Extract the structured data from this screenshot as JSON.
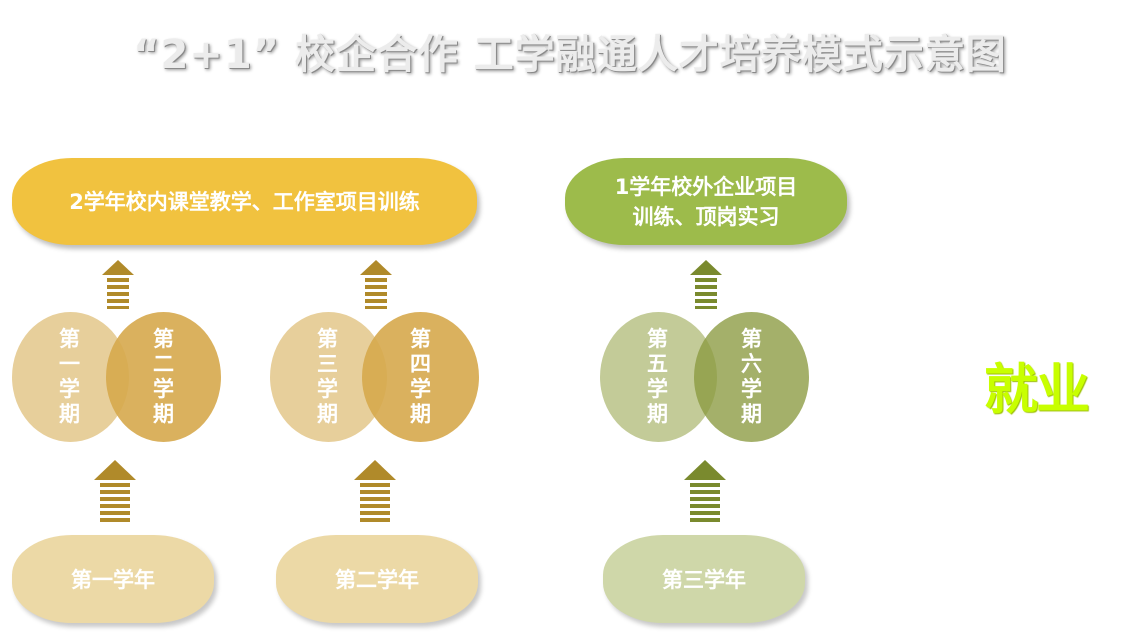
{
  "title": "“2+1” 校企合作 工学融通人才培养模式示意图",
  "blocks": {
    "campus_label": "2学年校内课堂教学、工作室项目训练",
    "enterprise_label": "1学年校外企业项目训练、顶岗实习"
  },
  "semesters": [
    "第一学期",
    "第二学期",
    "第三学期",
    "第四学期",
    "第五学期",
    "第六学期"
  ],
  "years": [
    "第一学年",
    "第二学年",
    "第三学年"
  ],
  "outcome": "就业",
  "colors": {
    "campus_pill": "#f1c23f",
    "enterprise_pill": "#9dbb4b",
    "campus_year": "#ecd9a6",
    "enterprise_year": "#cfd7a9",
    "campus_circle_light": "#e6cb93",
    "campus_circle_dark": "#d6a84c",
    "enterprise_circle_light": "#c3cb98",
    "enterprise_circle_dark": "#a2ad63",
    "campus_arrow": "#b08a2a",
    "enterprise_arrow": "#7a8a2e",
    "outcome_text": "#c8ff00"
  }
}
